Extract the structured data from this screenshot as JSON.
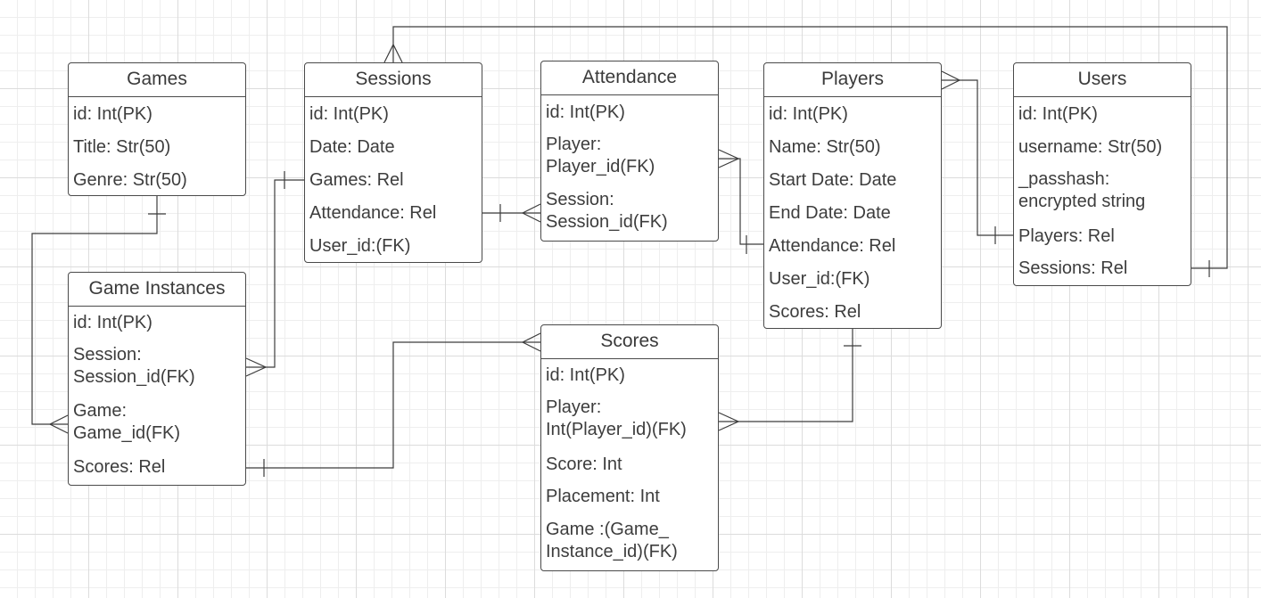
{
  "entities": {
    "games": {
      "title": "Games",
      "fields": [
        "id: Int(PK)",
        "Title: Str(50)",
        "Genre: Str(50)"
      ]
    },
    "sessions": {
      "title": "Sessions",
      "fields": [
        "id: Int(PK)",
        "Date: Date",
        "Games: Rel",
        "Attendance: Rel",
        "User_id:(FK)"
      ]
    },
    "attendance": {
      "title": "Attendance",
      "fields": [
        "id: Int(PK)",
        "Player:\nPlayer_id(FK)",
        "Session:\nSession_id(FK)"
      ]
    },
    "players": {
      "title": "Players",
      "fields": [
        "id: Int(PK)",
        "Name: Str(50)",
        "Start Date: Date",
        "End Date: Date",
        "Attendance: Rel",
        "User_id:(FK)",
        "Scores: Rel"
      ]
    },
    "users": {
      "title": "Users",
      "fields": [
        "id: Int(PK)",
        "username: Str(50)",
        "_passhash:\nencrypted string",
        "Players: Rel",
        "Sessions: Rel"
      ]
    },
    "game_instances": {
      "title": "Game Instances",
      "fields": [
        "id: Int(PK)",
        "Session:\nSession_id(FK)",
        "Game:\nGame_id(FK)",
        "Scores: Rel"
      ]
    },
    "scores": {
      "title": "Scores",
      "fields": [
        "id: Int(PK)",
        "Player:\nInt(Player_id)(FK)",
        "Score: Int",
        "Placement: Int",
        "Game :(Game_\nInstance_id)(FK)"
      ]
    }
  }
}
